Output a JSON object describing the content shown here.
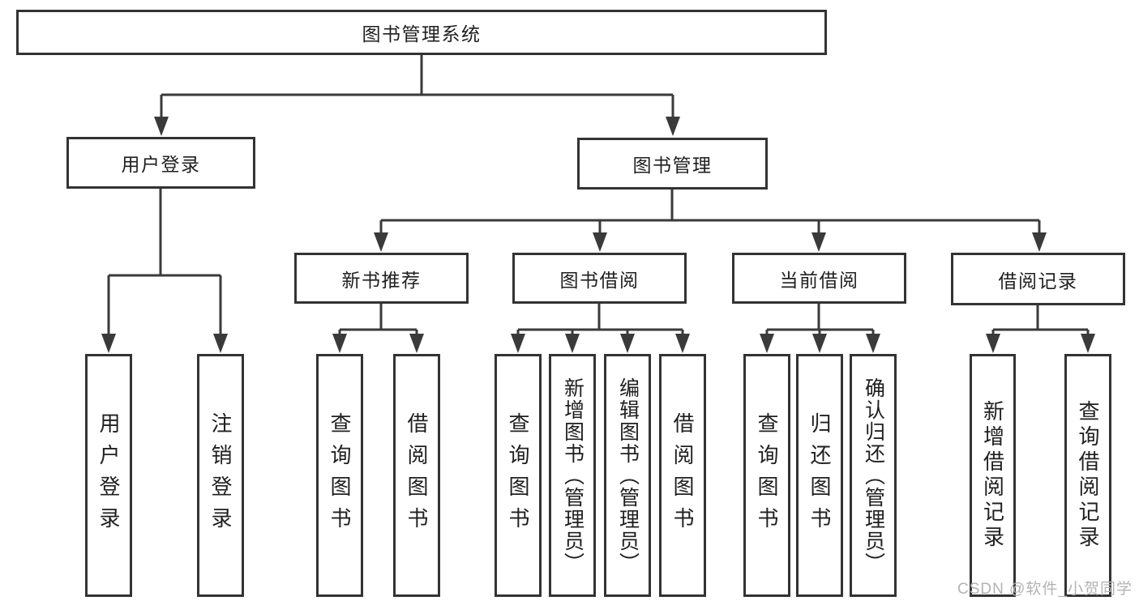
{
  "diagram": {
    "title": "图书管理系统",
    "colors": {
      "line": "#3a3a3a",
      "box_border": "#333333",
      "text": "#1f1f1f",
      "watermark": "#b3b3b3",
      "background": "#ffffff"
    },
    "tree": {
      "label": "图书管理系统",
      "children": [
        {
          "label": "用户登录",
          "children": [
            {
              "label": "用户登录"
            },
            {
              "label": "注销登录"
            }
          ]
        },
        {
          "label": "图书管理",
          "children": [
            {
              "label": "新书推荐",
              "children": [
                {
                  "label": "查询图书"
                },
                {
                  "label": "借阅图书"
                }
              ]
            },
            {
              "label": "图书借阅",
              "children": [
                {
                  "label": "查询图书"
                },
                {
                  "label": "新增图书（管理员）"
                },
                {
                  "label": "编辑图书（管理员）"
                },
                {
                  "label": "借阅图书"
                }
              ]
            },
            {
              "label": "当前借阅",
              "children": [
                {
                  "label": "查询图书"
                },
                {
                  "label": "归还图书"
                },
                {
                  "label": "确认归还（管理员）"
                }
              ]
            },
            {
              "label": "借阅记录",
              "children": [
                {
                  "label": "新增借阅记录"
                },
                {
                  "label": "查询借阅记录"
                }
              ]
            }
          ]
        }
      ]
    }
  },
  "watermark": {
    "text": "CSDN @软件_小贺同学"
  }
}
